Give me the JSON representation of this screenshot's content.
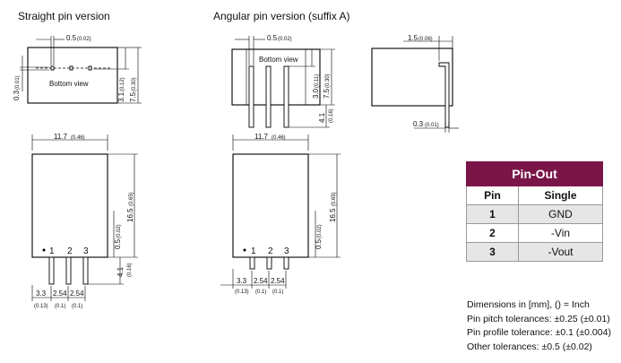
{
  "titles": {
    "straight": "Straight pin version",
    "angular": "Angular pin version (suffix A)"
  },
  "labels": {
    "bottom_view": "Bottom view"
  },
  "dims": {
    "d_05": "0.5",
    "d_05_in": "(0.02)",
    "d_03": "0.3",
    "d_03_in": "(0.01)",
    "d_31": "3.1",
    "d_31_in": "(0.12)",
    "d_30": "3.0",
    "d_30_in": "(0.11)",
    "d_75": "7.5",
    "d_75_in": "(0.30)",
    "d_15": "1.5",
    "d_15_in": "(0.06)",
    "d_117": "11.7",
    "d_117_in": "(0.46)",
    "d_165": "16.5",
    "d_165_in": "(0.65)",
    "d_41": "4.1",
    "d_41_in": "(0.16)",
    "d_33": "3.3",
    "d_33_in": "(0.13)",
    "d_254": "2.54",
    "d_254_in": "(0.1)"
  },
  "pin_numbers": [
    "1",
    "2",
    "3"
  ],
  "pinout": {
    "title": "Pin-Out",
    "headers": [
      "Pin",
      "Single"
    ],
    "rows": [
      {
        "pin": "1",
        "function": "GND"
      },
      {
        "pin": "2",
        "function": "-Vin"
      },
      {
        "pin": "3",
        "function": "-Vout"
      }
    ]
  },
  "notes": [
    "Dimensions in [mm], () = Inch",
    "Pin pitch tolerances: ±0.25 (±0.01)",
    "Pin profile tolerance: ±0.1 (±0.004)",
    "Other tolerances: ±0.5 (±0.02)"
  ],
  "colors": {
    "pinout_header": "#7a1548",
    "row_shade": "#e6e6e6"
  }
}
